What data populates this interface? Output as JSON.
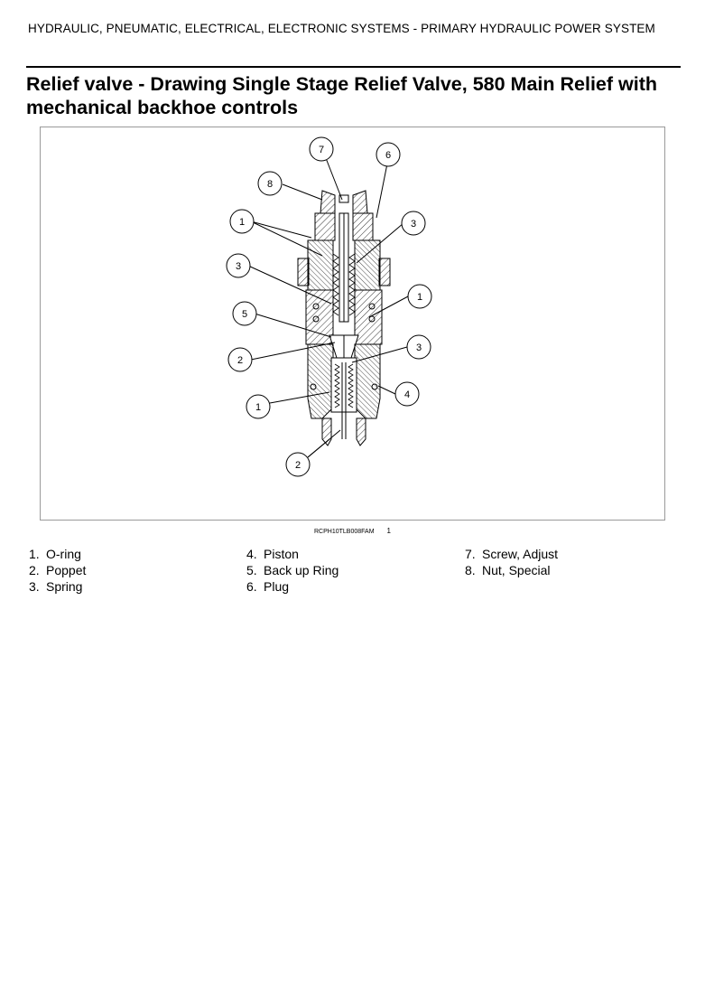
{
  "header": {
    "section_title": "HYDRAULIC, PNEUMATIC, ELECTRICAL, ELECTRONIC SYSTEMS - PRIMARY HYDRAULIC POWER SYSTEM"
  },
  "page": {
    "title": "Relief valve - Drawing Single Stage Relief Valve, 580 Main Relief with mechanical backhoe controls"
  },
  "figure": {
    "callouts": [
      "7",
      "6",
      "8",
      "1",
      "3",
      "3",
      "1",
      "5",
      "3",
      "2",
      "4",
      "1",
      "2"
    ],
    "reference_code": "RCPH10TLB008FAM",
    "figure_number": "1"
  },
  "legend": {
    "columns": [
      [
        {
          "num": "1.",
          "label": "O-ring"
        },
        {
          "num": "2.",
          "label": "Poppet"
        },
        {
          "num": "3.",
          "label": "Spring"
        }
      ],
      [
        {
          "num": "4.",
          "label": "Piston"
        },
        {
          "num": "5.",
          "label": "Back up Ring"
        },
        {
          "num": "6.",
          "label": "Plug"
        }
      ],
      [
        {
          "num": "7.",
          "label": "Screw, Adjust"
        },
        {
          "num": "8.",
          "label": "Nut, Special"
        }
      ]
    ]
  }
}
